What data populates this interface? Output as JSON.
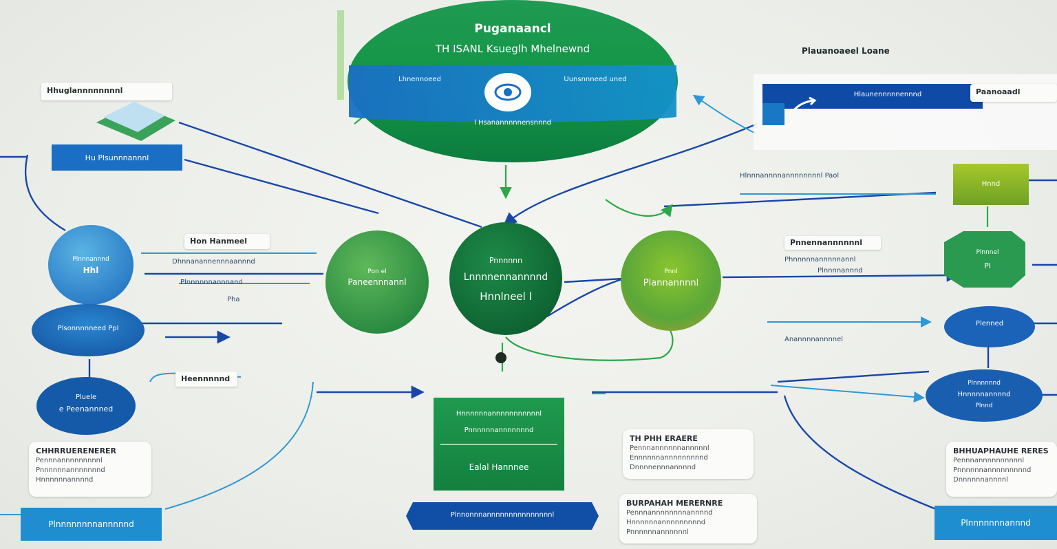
{
  "colors": {
    "blue_dark": "#0f4aa6",
    "blue_mid": "#1f6fc4",
    "blue_light": "#3c9ad9",
    "green_dark": "#0f6b3a",
    "green_mid": "#2e9a4e",
    "lime": "#8cbf2a",
    "connector_blue": "#1947a8",
    "connector_green": "#2aa84a"
  },
  "top_hub": {
    "title": "Puganaancl",
    "subtitle": "TH ISANL Ksueglh Mhelnewnd",
    "left_label": "Lhnennoeed",
    "right_label": "Uunsnnneed uned",
    "bottom_label": "l Hsanannnnnensnnnd",
    "icon": "eye-circle-icon"
  },
  "top_right": {
    "heading": "Plauanoaeel Loane",
    "bar_label": "Hlaunennnnnennnd",
    "tag": "Paanoaadl",
    "icon": "arrow-swoosh-icon"
  },
  "top_left": {
    "tag": "Hhuglannnnnnnnl",
    "box_label": "Hu Plsunnnannnl",
    "icon": "landscape-icon"
  },
  "left_nodes": {
    "upper_circle": "Hhl",
    "upper_circle_top": "Plnnnannnd",
    "middle_oval": "Plsonnnnneed Ppl",
    "lower_oval_top": "Pluele",
    "lower_oval": "e Peenannned",
    "label_a": "Hon Hanmeel",
    "label_b": "Dhnnanannennnaannnd",
    "label_c": "Plnnnnnnannnand",
    "label_d": "Pha",
    "label_e": "Heennnnnd"
  },
  "center_nodes": {
    "left_circle_top": "Pon el",
    "left_circle": "Paneennnannl",
    "center_circle_top": "Pnnnnnn",
    "center_circle": "Lnnnnennannnnd",
    "center_circle_bottom": "Hnnlneel l",
    "right_circle_top": "Pnnl",
    "right_circle": "Plannannnnl"
  },
  "right_nodes": {
    "top_box": "Hnnd",
    "circle_top": "Plnnnel",
    "circle": "Pl",
    "oval_mid": "Plenned",
    "oval_low_top": "Plnnnnnnd",
    "oval_low": "Hnnnnnannnnd",
    "oval_low_bottom": "Plnnd",
    "label_a": "Hlnnnannnnannnnnnnnl  Paol",
    "label_b": "Pnnennannnnnnl",
    "label_c": "Phnnnnnannnnnannl",
    "label_d": "Plnnnnannnd",
    "label_e": "Anannnnannnnel"
  },
  "center_stack": {
    "top_line1": "Hnnnnnnannnnnnnnnnnl",
    "top_line2": "Pnnnnnnannnnnnnd",
    "bottom_line": "Ealal Hannnee",
    "ribbon": "Plnnonnnannnnnnnnnnnnnnnl"
  },
  "notes": [
    {
      "heading": "TH PHH ERAERE",
      "lines": [
        "Pennnannnnnnannnnnl",
        "Ennnnnnannnnnnnnnd",
        "Dnnnnennnannnnd"
      ]
    },
    {
      "heading": "BURPAHAH MERERNRE",
      "lines": [
        "Pennnannnnnnnnannnnd",
        "Hnnnnnnannnnnnnnnd",
        "Pnnnnnnannnnnnl"
      ]
    },
    {
      "heading": "CHHRRUERENERER",
      "lines": [
        "Pennnannnnnnnnnl",
        "Pnnnnnnannnnnnnd",
        "Hnnnnnnannnnd"
      ]
    },
    {
      "heading": "BHHUAPHAUHE RERES",
      "lines": [
        "Pennnannnnnnnnnnl",
        "Pnnnnnnannnnnnnnnd",
        "Dnnnnnnannnnl"
      ]
    }
  ],
  "bottom_left_box": "Plnnnnnnnnannnnnd",
  "bottom_right_box": "Plnnnnnnnannnd"
}
